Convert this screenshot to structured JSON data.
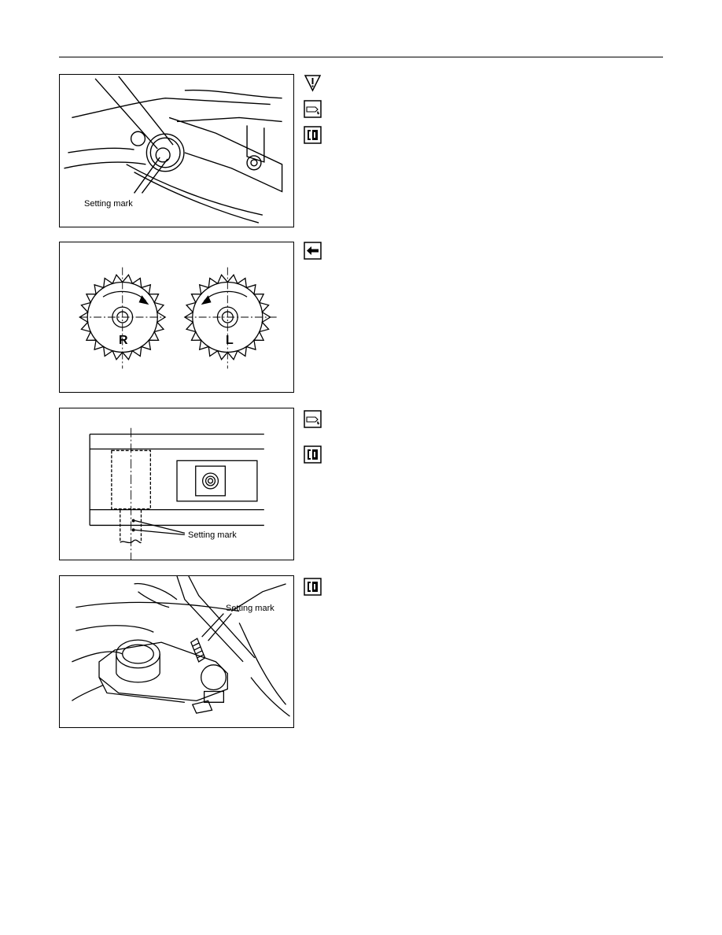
{
  "figures": [
    {
      "label": "Setting mark",
      "icons": [
        "caution-icon",
        "grease-icon",
        "torque-icon"
      ]
    },
    {
      "label_right": "R",
      "label_left": "L",
      "icons": [
        "direction-arrow-icon"
      ]
    },
    {
      "label": "Setting mark",
      "icons": [
        "grease-icon",
        "torque-icon"
      ]
    },
    {
      "label": "Setting mark",
      "icons": [
        "torque-icon"
      ]
    }
  ]
}
